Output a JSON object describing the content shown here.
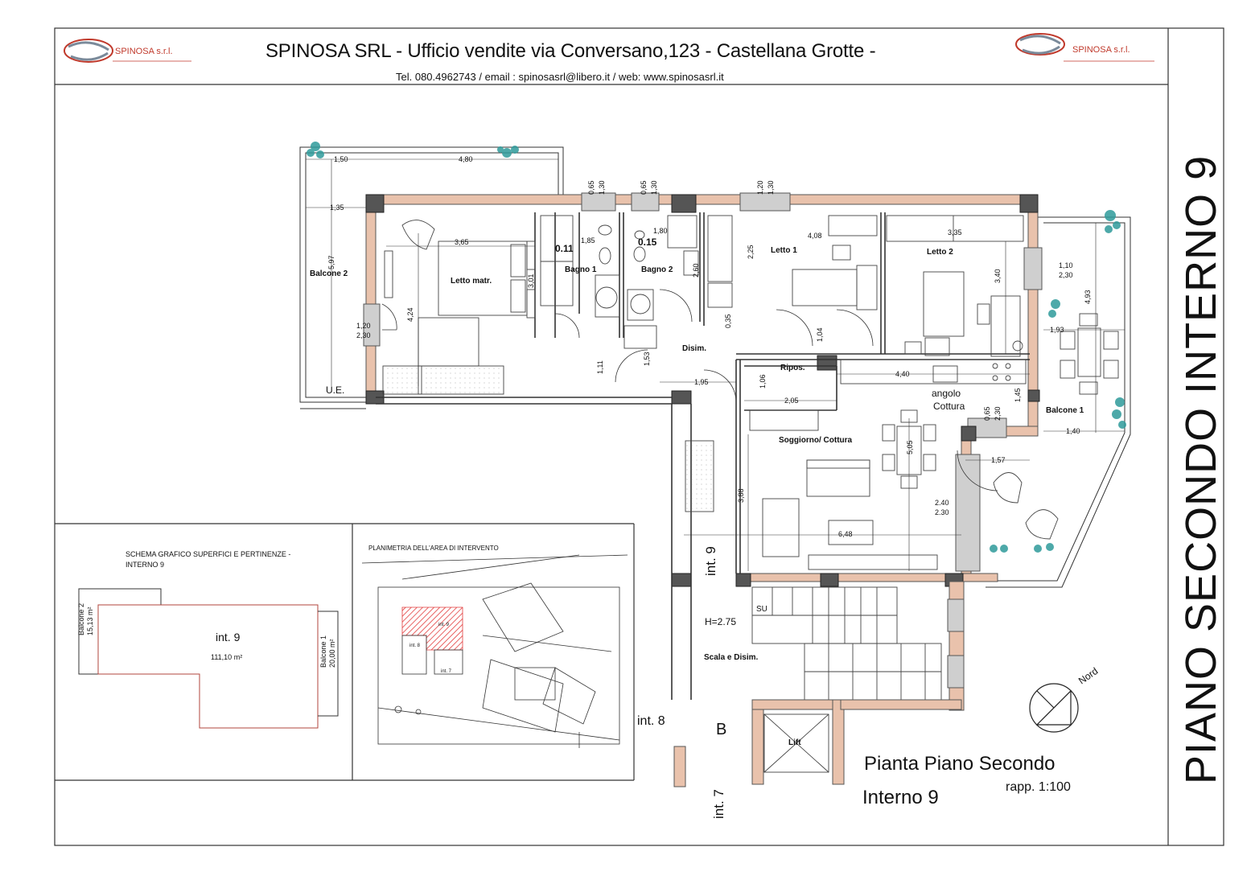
{
  "header": {
    "title": "SPINOSA SRL - Ufficio vendite via Conversano,123 - Castellana Grotte -",
    "contact": "Tel. 080.4962743  /  email : spinosasrl@libero.it  / web: www.spinosasrl.it",
    "logo_text": "SPINOSA s.r.l."
  },
  "side_title": "PIANO SECONDO INTERNO 9",
  "rooms": {
    "letto_matr": "Letto matr.",
    "bagno1": "Bagno 1",
    "bagno2": "Bagno 2",
    "letto1": "Letto 1",
    "letto2": "Letto 2",
    "disim": "Disim.",
    "ripos": "Ripos.",
    "angolo1": "angolo",
    "angolo2": "Cottura",
    "soggiorno": "Soggiorno/ Cottura",
    "balcone1": "Balcone 1",
    "balcone2": "Balcone 2",
    "ue": "U.E.",
    "scala": "Scala e Disim.",
    "lift": "Lift",
    "su": "SU",
    "h": "H=2.75",
    "bath1_area": "0.11",
    "bath2_area": "0.15"
  },
  "dims": {
    "d150": "1,50",
    "d480": "4,80",
    "d135": "1,35",
    "d597": "5,97",
    "d365": "3,65",
    "d424": "4,24",
    "d120a": "1,20",
    "d230a": "2,30",
    "d065a": "0,65",
    "d130a": "1,30",
    "d065b": "0,65",
    "d130b": "1,30",
    "d120b": "1,20",
    "d130c": "1,30",
    "d185": "1,85",
    "d180": "1,80",
    "d301": "3,01",
    "d260": "2,60",
    "d225": "2,25",
    "d408": "4,08",
    "d335": "3,35",
    "d340": "3,40",
    "d110": "1,10",
    "d230b": "2,30",
    "d493": "4,93",
    "d193": "1,93",
    "d035": "0,35",
    "d104": "1,04",
    "d111": "1,11",
    "d153": "1,53",
    "d195": "1,95",
    "d106": "1,06",
    "d205": "2,05",
    "d440": "4,40",
    "d145": "1,45",
    "d065c": "0,65",
    "d230c": "2,30",
    "d140": "1,40",
    "d505": "5,05",
    "d157": "1,57",
    "d240": "2.40",
    "d230d": "2.30",
    "d388": "3,88",
    "d648": "6,48"
  },
  "labels": {
    "int9": "int. 9",
    "int8": "int. 8",
    "int7": "int. 7",
    "b": "B",
    "nord": "Nord",
    "pianta1": "Pianta Piano Secondo",
    "pianta2": "Interno 9",
    "rapp": "rapp. 1:100"
  },
  "schema": {
    "title1": "SCHEMA GRAFICO SUPERFICI E PERTINENZE -",
    "title2": "INTERNO 9",
    "int9": "int. 9",
    "area": "111,10 m²",
    "bal2a": "Balcone 2",
    "bal2b": "15,13 m²",
    "bal1a": "Balcone 1",
    "bal1b": "20,00 m²"
  },
  "planimetria": {
    "title": "PLANIMETRIA DELL'AREA DI INTERVENTO",
    "int8": "int. 8",
    "int9": "int. 9",
    "int7": "int. 7"
  },
  "colors": {
    "wall": "#e9c2ac",
    "wall_stroke": "#555555",
    "cut": "#b0463d",
    "hatch_red": "#e23b3b",
    "plant": "#2e9b9b"
  }
}
